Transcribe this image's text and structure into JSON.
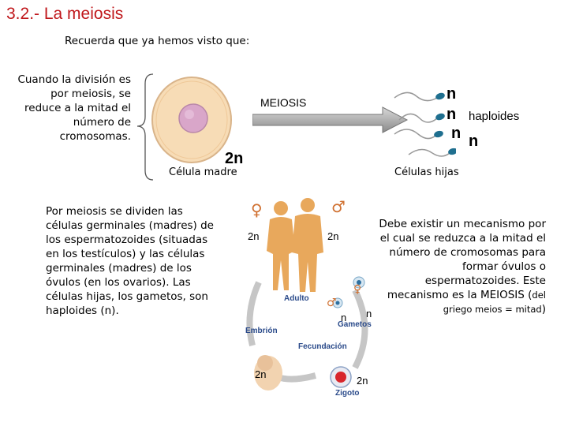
{
  "title": "3.2.- La meiosis",
  "recall": "Recuerda que ya hemos visto que:",
  "definition": "Cuando la división es por meiosis, se reduce a la mitad el número de cromosomas.",
  "diagram": {
    "mother_ploidy": "2n",
    "process_label": "MEIOSIS",
    "daughter_ploidy": [
      "n",
      "n",
      "n",
      "n"
    ],
    "haploid_label": "haploides",
    "mother_caption": "Célula madre",
    "daughter_caption": "Células hijas"
  },
  "left_paragraph": "Por meiosis se dividen las células germinales (madres) de los espermatozoides (situadas en los testículos) y las células germinales (madres) de los óvulos (en los ovarios). Las células hijas, los gametos, son haploides (n).",
  "right_paragraph": {
    "main": "Debe existir un mecanismo por el cual se reduzca a la mitad el número de cromosomas para formar óvulos o espermatozoides. Este mecanismo es la MEIOSIS (",
    "note": "del griego meios = mitad",
    "close": ")"
  },
  "life_cycle": {
    "adult_caption": "Adulto",
    "gametes_caption": "Gametos",
    "fertilization_caption": "Fecundación",
    "embryo_caption": "Embrión",
    "zygote_caption": "Zigoto",
    "female_ploidy": "2n",
    "male_ploidy": "2n",
    "gamete_ploidy_1": "n",
    "gamete_ploidy_2": "n",
    "embryo_ploidy": "2n",
    "zygote_ploidy": "2n",
    "female_symbol": "♀",
    "male_symbol": "♂",
    "gamete_male_symbol": "♂",
    "gamete_female_symbol": "♀"
  },
  "colors": {
    "title": "#c0181c",
    "cell_body": "#f7dcb6",
    "nucleus": "#d9a6c9",
    "arrow": "#a8a8a8",
    "skin": "#e8a85c",
    "cycle_arrow": "#c6c6c6",
    "cycle_text": "#2a4a8a",
    "zygote_red": "#d8262c"
  }
}
